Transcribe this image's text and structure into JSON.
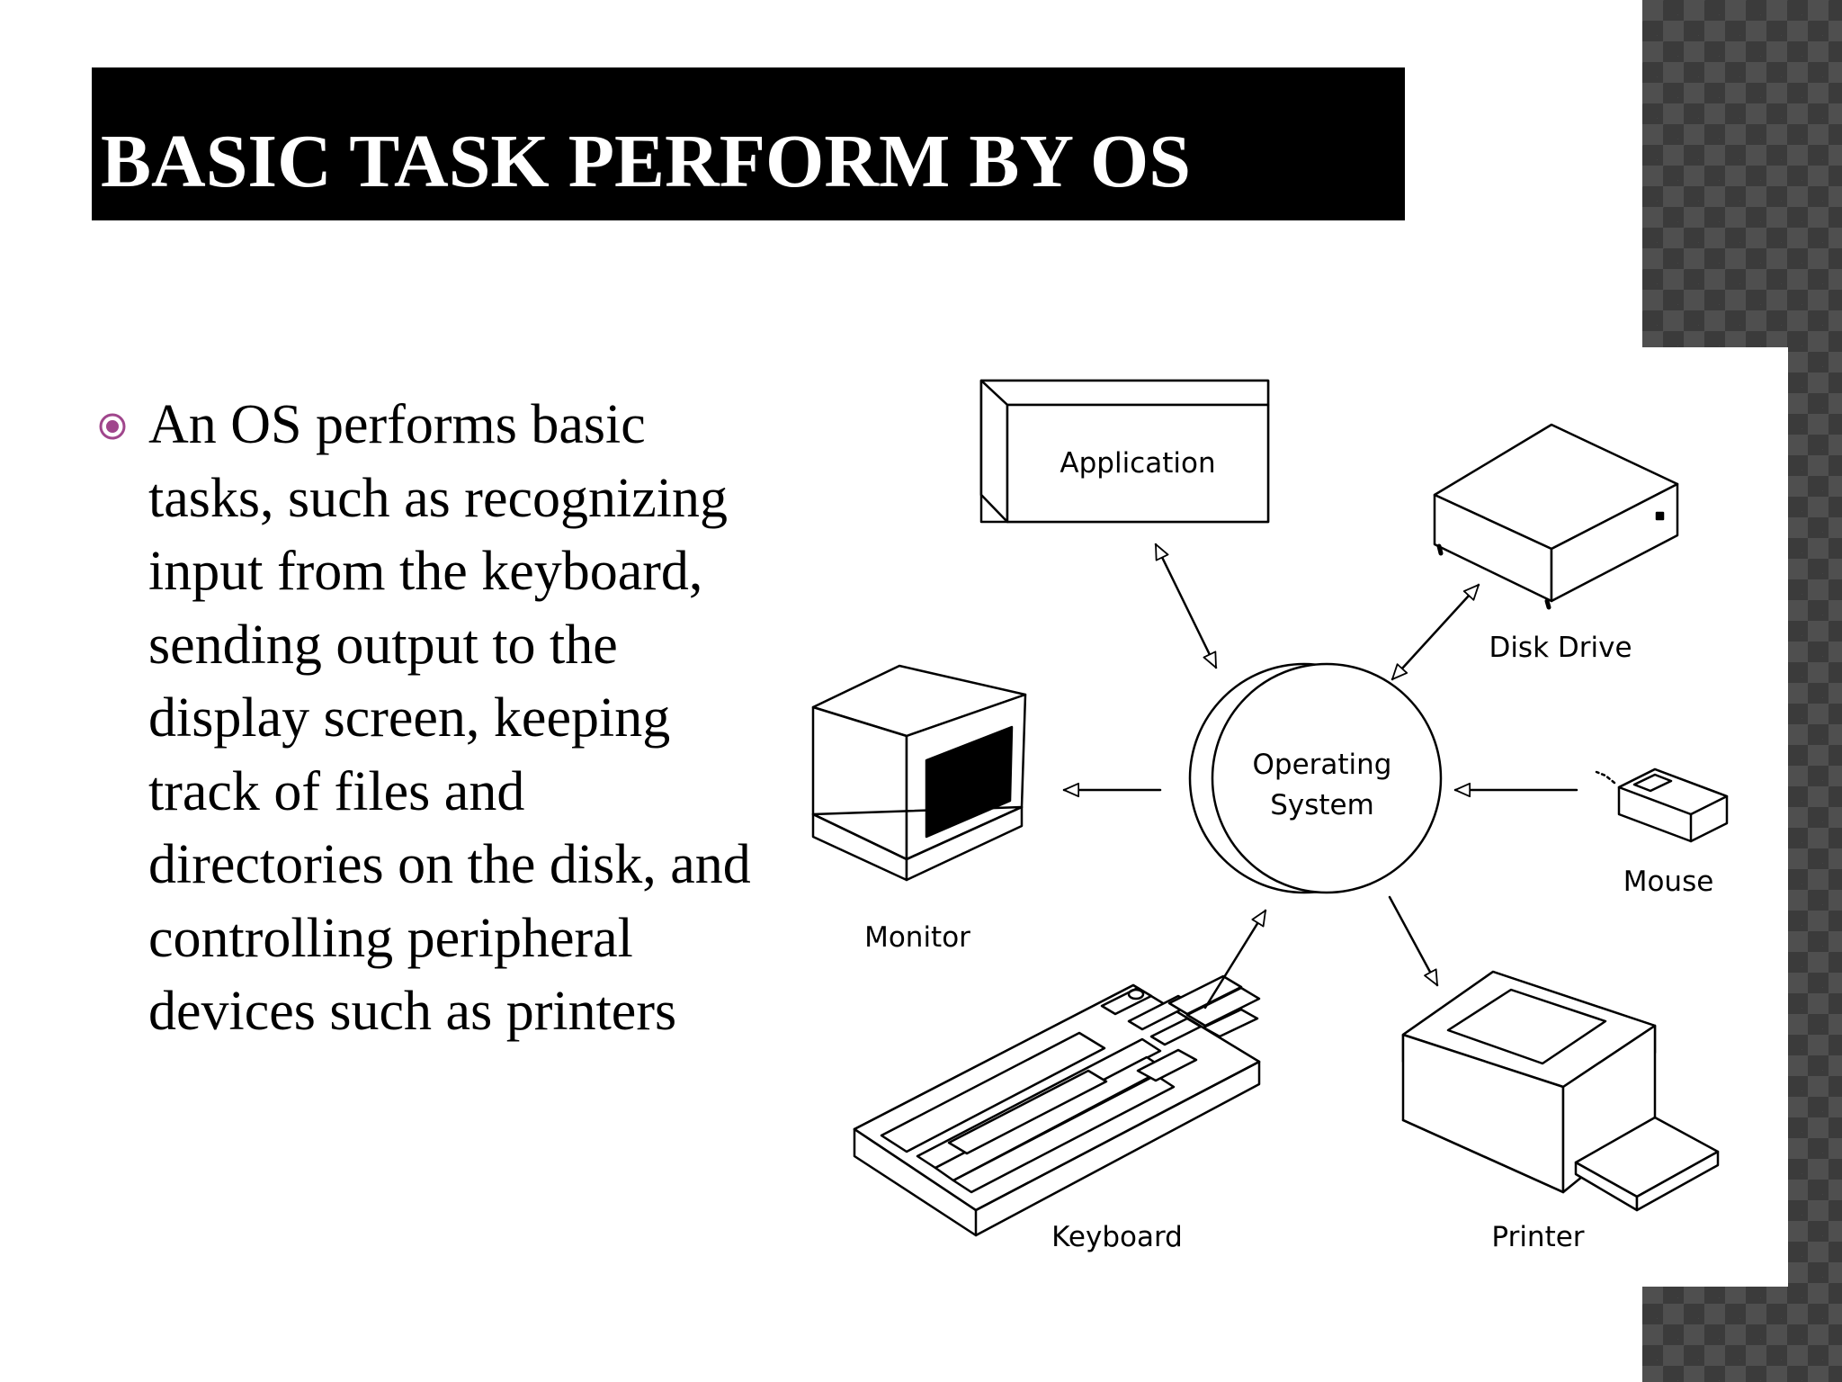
{
  "slide": {
    "title": "BASIC TASK PERFORM BY OS",
    "bullet_text": "An OS performs basic tasks, such as recognizing input from the keyboard, sending output to the display screen, keeping track of files and directories on the disk, and controlling peripheral devices such as printers",
    "bullet_color": "#a0468c"
  },
  "diagram": {
    "center_label_line1": "Operating",
    "center_label_line2": "System",
    "nodes": {
      "application": "Application",
      "disk_drive": "Disk Drive",
      "monitor": "Monitor",
      "mouse": "Mouse",
      "keyboard": "Keyboard",
      "printer": "Printer"
    }
  }
}
